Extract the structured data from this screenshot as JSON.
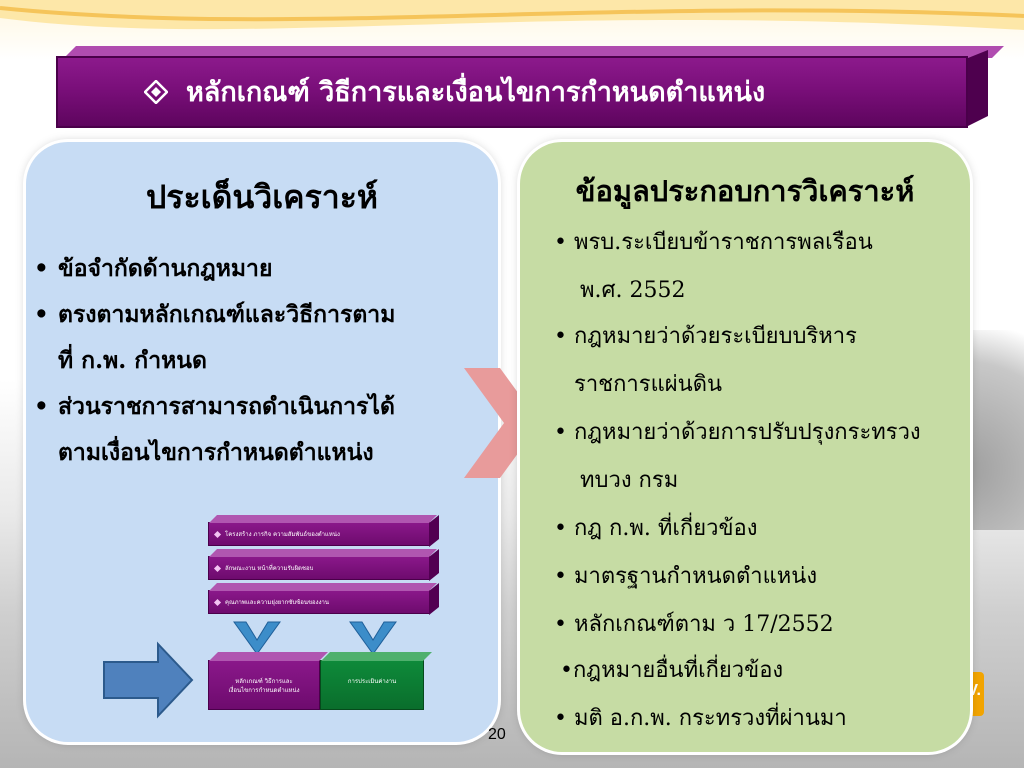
{
  "title": "หลักเกณฑ์ วิธีการและเงื่อนไขการกำหนดตำแหน่ง",
  "left_panel": {
    "heading": "ประเด็นวิเคราะห์",
    "bullets": [
      "ข้อจำกัดด้านกฎหมาย",
      "ตรงตามหลักเกณฑ์และวิธีการตาม",
      "ที่ ก.พ. กำหนด",
      "ส่วนราชการสามารถดำเนินการได้",
      "ตามเงื่อนไขการกำหนดตำแหน่ง"
    ]
  },
  "diagram": {
    "bar1": "โครงสร้าง ภารกิจ ความสัมพันธ์ของตำแหน่ง",
    "bar2": "ลักษณะงาน หน้าที่ความรับผิดชอบ",
    "bar3": "คุณภาพและความยุ่งยากซับซ้อนของงาน",
    "box_left_line1": "หลักเกณฑ์ วิธีการและ",
    "box_left_line2": "เงื่อนไขการกำหนดตำแหน่ง",
    "box_right": "การประเมินค่างาน"
  },
  "right_panel": {
    "heading": "ข้อมูลประกอบการวิเคราะห์",
    "items": [
      "• พรบ.ระเบียบข้าราชการพลเรือน",
      "พ.ศ. 2552",
      "• กฎหมายว่าด้วยระเบียบบริหาร",
      "ราชการแผ่นดิน",
      "• กฎหมายว่าด้วยการปรับปรุงกระทรวง",
      "ทบวง กรม",
      "• กฎ ก.พ. ที่เกี่ยวข้อง",
      "• มาตรฐานกำหนดตำแหน่ง",
      "• หลักเกณฑ์ตาม ว 17/2552",
      "•กฎหมายอื่นที่เกี่ยวข้อง",
      "• มติ อ.ก.พ. กระทรวงที่ผ่านมา"
    ]
  },
  "logo_text": "V.",
  "page_number": "20",
  "colors": {
    "banner": "#7a0f7a",
    "left_panel": "#c7dcf4",
    "right_panel": "#c6dca4",
    "chevron": "#e89b9b",
    "arrow_blue": "#4f81bd",
    "logo": "#f2a400"
  }
}
